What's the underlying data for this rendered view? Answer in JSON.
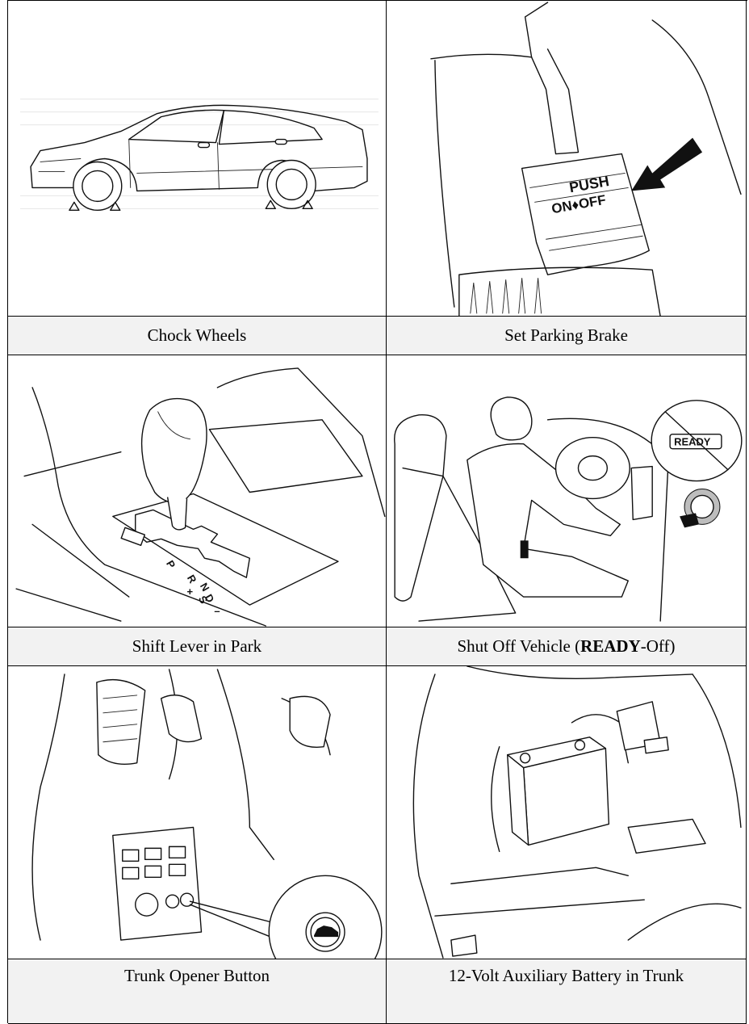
{
  "panels": [
    {
      "caption": "Chock Wheels",
      "icon": "car-chocked-wheels-illustration"
    },
    {
      "caption": "Set Parking Brake",
      "icon": "parking-brake-pedal-illustration",
      "pedal_text": {
        "line1": "PUSH",
        "line2": "ON♦OFF"
      }
    },
    {
      "caption": "Shift Lever in Park",
      "icon": "shift-lever-illustration",
      "gate_labels": [
        "P",
        "R",
        "N",
        "D",
        "S",
        "+",
        "–"
      ]
    },
    {
      "caption_parts": {
        "before": "Shut Off Vehicle (",
        "bold": "READY",
        "after": "-Off)"
      },
      "icon": "driver-power-button-illustration",
      "ready_badge": "READY"
    },
    {
      "caption": "Trunk Opener Button",
      "icon": "trunk-opener-button-illustration"
    },
    {
      "caption": "12-Volt Auxiliary Battery in Trunk",
      "icon": "trunk-battery-illustration"
    }
  ]
}
